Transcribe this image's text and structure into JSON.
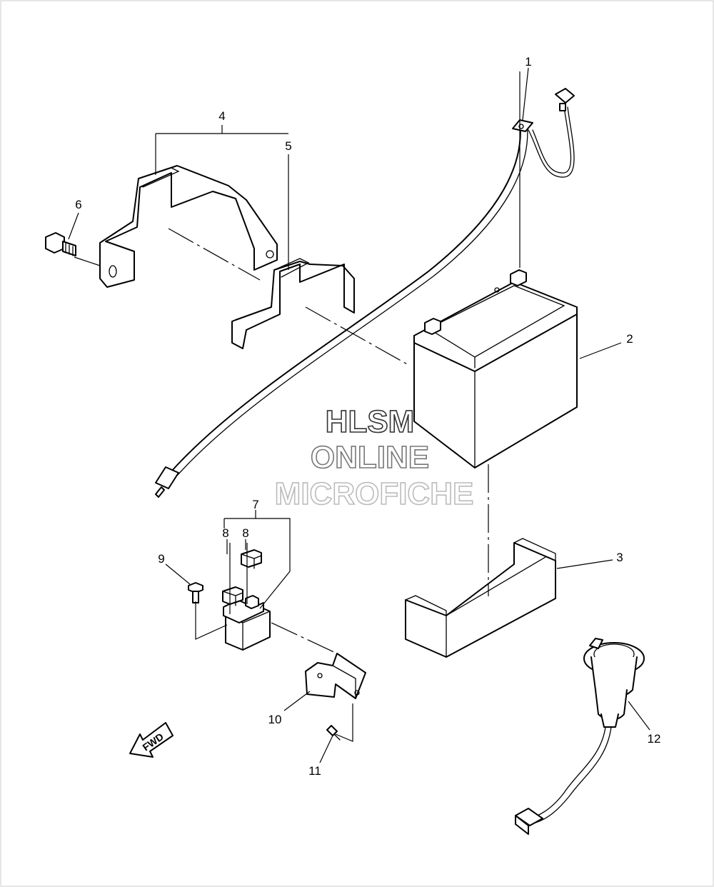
{
  "watermark": {
    "line1": "HLSM",
    "line2": "ONLINE",
    "line3": "MICROFICHE",
    "colors": [
      "#333333",
      "#777777",
      "#bbbbbb"
    ]
  },
  "fwd_label": "FWD",
  "callouts": [
    "1",
    "2",
    "3",
    "4",
    "5",
    "6",
    "7",
    "8",
    "8",
    "9",
    "10",
    "11",
    "12"
  ]
}
